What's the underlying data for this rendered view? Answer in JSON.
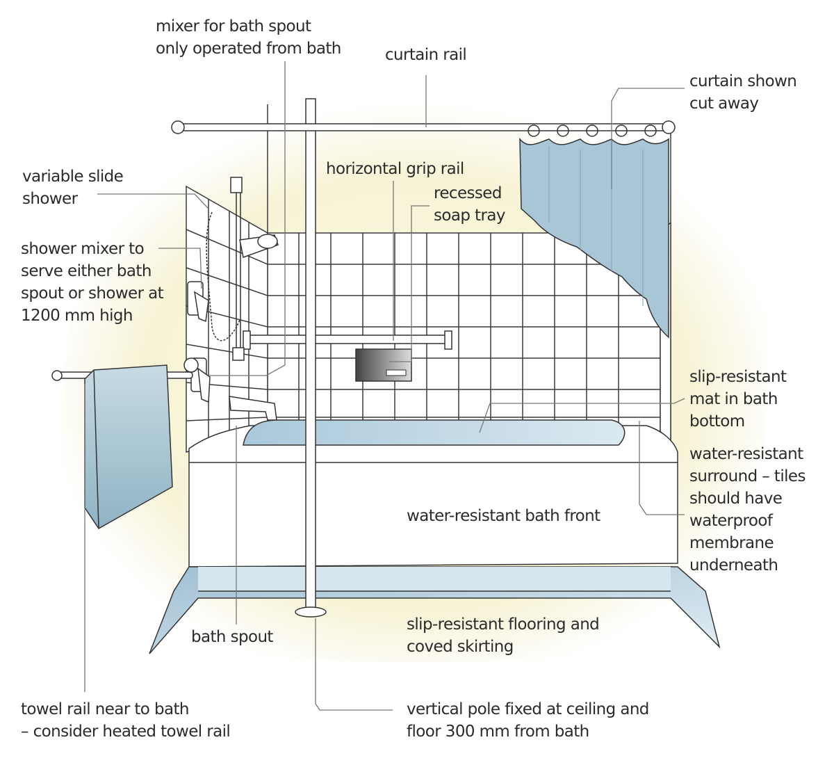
{
  "labels": {
    "mixer_bath_spout": "mixer for bath spout\nonly operated from bath",
    "curtain_rail": "curtain rail",
    "curtain_cut_away": "curtain shown\ncut away",
    "variable_slide_shower": "variable slide\nshower",
    "horizontal_grip_rail": "horizontal grip rail",
    "recessed_soap_tray": "recessed\nsoap tray",
    "shower_mixer": "shower mixer to\nserve either bath\nspout or shower at\n1200 mm high",
    "slip_resistant_mat": "slip-resistant\nmat in bath\nbottom",
    "water_resistant_surround": "water-resistant\nsurround – tiles\nshould have\nwaterproof\nmembrane\nunderneath",
    "water_resistant_bath_front": "water-resistant bath front",
    "bath_spout": "bath spout",
    "slip_resistant_flooring": "slip-resistant flooring and\ncoved skirting",
    "towel_rail": "towel rail near to bath\n– consider heated towel rail",
    "vertical_pole": "vertical pole fixed at ceiling and\nfloor 300 mm from bath"
  },
  "colors": {
    "ink": "#333333",
    "leader": "#777777",
    "text": "#2b2b2b",
    "background_wash": "#f8f5dc",
    "tile_fill": "#ffffff",
    "water_blue": "#b9d3e2",
    "curtain_blue": "#a9c6d6",
    "floor_blue": "#bcd5e3",
    "towel_blue": "#a6c4d2"
  }
}
